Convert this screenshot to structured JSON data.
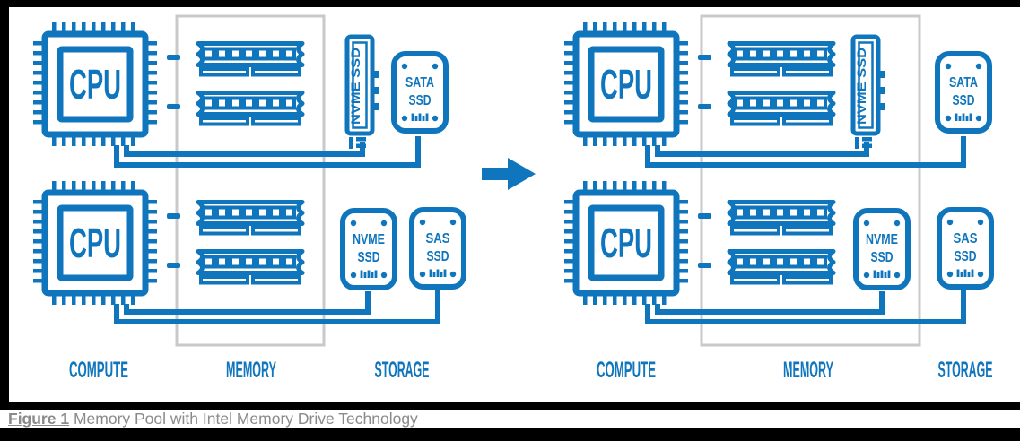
{
  "figure": {
    "caption_label": "Figure 1",
    "caption_text": "Memory Pool with Intel Memory Drive Technology"
  },
  "diagrams": [
    {
      "position": "left",
      "memory_pool_includes_nvme": false,
      "cpus": [
        "CPU",
        "CPU"
      ],
      "memory": {
        "dimm_count": 4
      },
      "storage": {
        "nvme_m2_label": "NVME SSD",
        "sata": {
          "line1": "SATA",
          "line2": "SSD"
        },
        "nvme": {
          "line1": "NVME",
          "line2": "SSD"
        },
        "sas": {
          "line1": "SAS",
          "line2": "SSD"
        }
      },
      "columns": {
        "compute": "COMPUTE",
        "memory": "MEMORY",
        "storage": "STORAGE"
      }
    },
    {
      "position": "right",
      "memory_pool_includes_nvme": true,
      "cpus": [
        "CPU",
        "CPU"
      ],
      "memory": {
        "dimm_count": 4
      },
      "storage": {
        "nvme_m2_label": "NVME SSD",
        "sata": {
          "line1": "SATA",
          "line2": "SSD"
        },
        "nvme": {
          "line1": "NVME",
          "line2": "SSD"
        },
        "sas": {
          "line1": "SAS",
          "line2": "SSD"
        }
      },
      "columns": {
        "compute": "COMPUTE",
        "memory": "MEMORY",
        "storage": "STORAGE"
      }
    }
  ],
  "colors": {
    "diagram_blue": "#0F76BD",
    "memory_box_gray": "#C9C9C9",
    "caption_text_gray": "#8A8A8A",
    "frame_black": "#000000",
    "background_white": "#FFFFFF"
  }
}
